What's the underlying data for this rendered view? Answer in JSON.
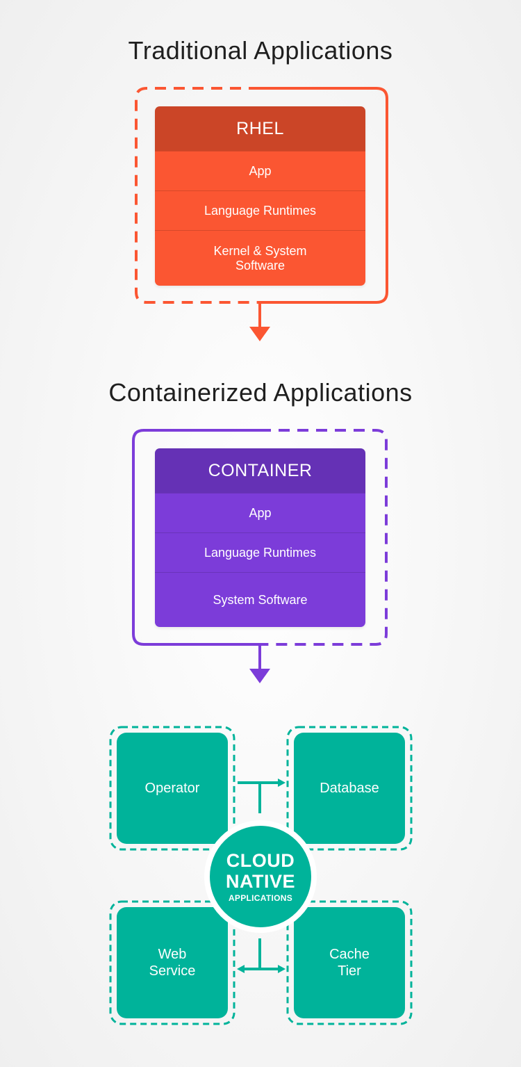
{
  "traditional": {
    "title": "Traditional Applications",
    "header": "RHEL",
    "layers": [
      "App",
      "Language Runtimes",
      "Kernel & System Software"
    ],
    "color": "#fb5632",
    "header_color": "#cb4527"
  },
  "containerized": {
    "title": "Containerized Applications",
    "header": "CONTAINER",
    "layers": [
      "App",
      "Language Runtimes",
      "System Software"
    ],
    "color": "#7c3cd9",
    "header_color": "#6531b5"
  },
  "cloud_native": {
    "hub_line1": "CLOUD",
    "hub_line2": "NATIVE",
    "hub_line3": "APPLICATIONS",
    "tiles": [
      "Operator",
      "Database",
      "Web Service",
      "Cache Tier"
    ],
    "color": "#00b39a"
  }
}
